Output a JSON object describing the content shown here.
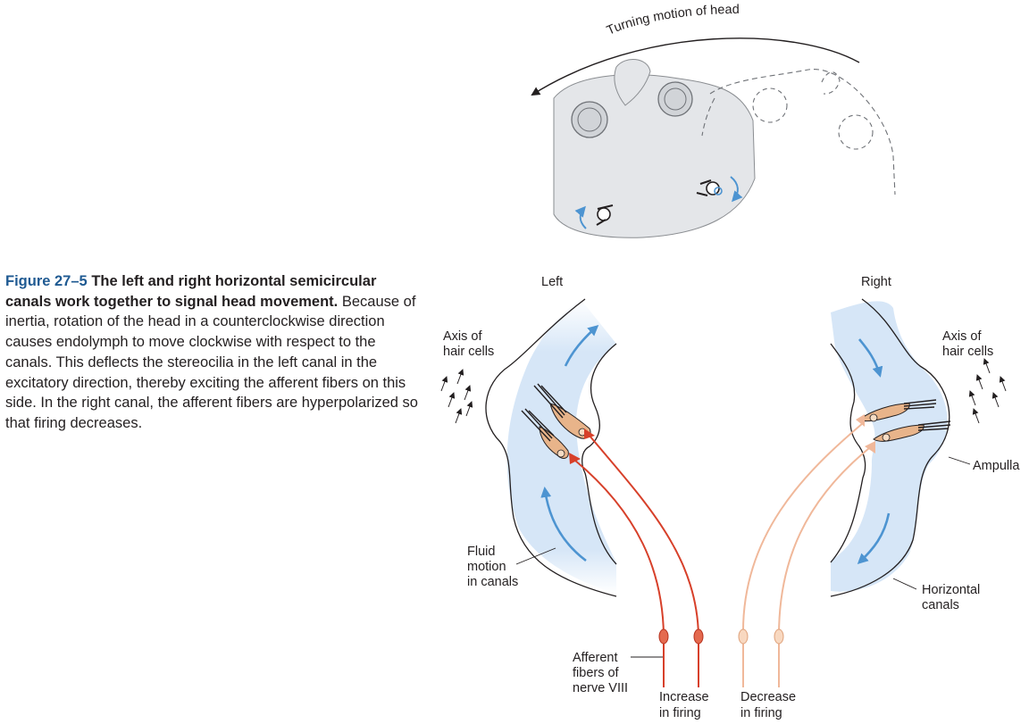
{
  "caption": {
    "figure_number": "Figure 27–5",
    "title": "The left and right horizontal semi­circular canals work together to signal head movement.",
    "body": "Because of inertia, rotation of the head in a counterclockwise direction causes endolymph to move clockwise with respect to the canals. This deflects the stereocilia in the left canal in the excitatory direction, thereby exciting the afferent fibers on this side. In the right canal, the afferent fibers are hyperpolarized so that firing decreases."
  },
  "labels": {
    "turning_motion": "Turning motion of head",
    "left": "Left",
    "right": "Right",
    "axis_left": [
      "Axis of",
      "hair cells"
    ],
    "axis_right": [
      "Axis of",
      "hair cells"
    ],
    "ampulla": "Ampulla",
    "fluid_motion": [
      "Fluid",
      "motion",
      "in canals"
    ],
    "horizontal_canals": [
      "Horizontal",
      "canals"
    ],
    "afferent_fibers": [
      "Afferent",
      "fibers of",
      "nerve VIII"
    ],
    "increase": [
      "Increase",
      "in firing"
    ],
    "decrease": [
      "Decrease",
      "in firing"
    ]
  },
  "colors": {
    "caption_number": "#1f5a92",
    "canal_fill": "#d6e6f7",
    "flow_arrow": "#4d94d1",
    "excited_fiber": "#d7402a",
    "inhibited_fiber": "#f0b89a",
    "head_fill": "#e4e6e9"
  }
}
